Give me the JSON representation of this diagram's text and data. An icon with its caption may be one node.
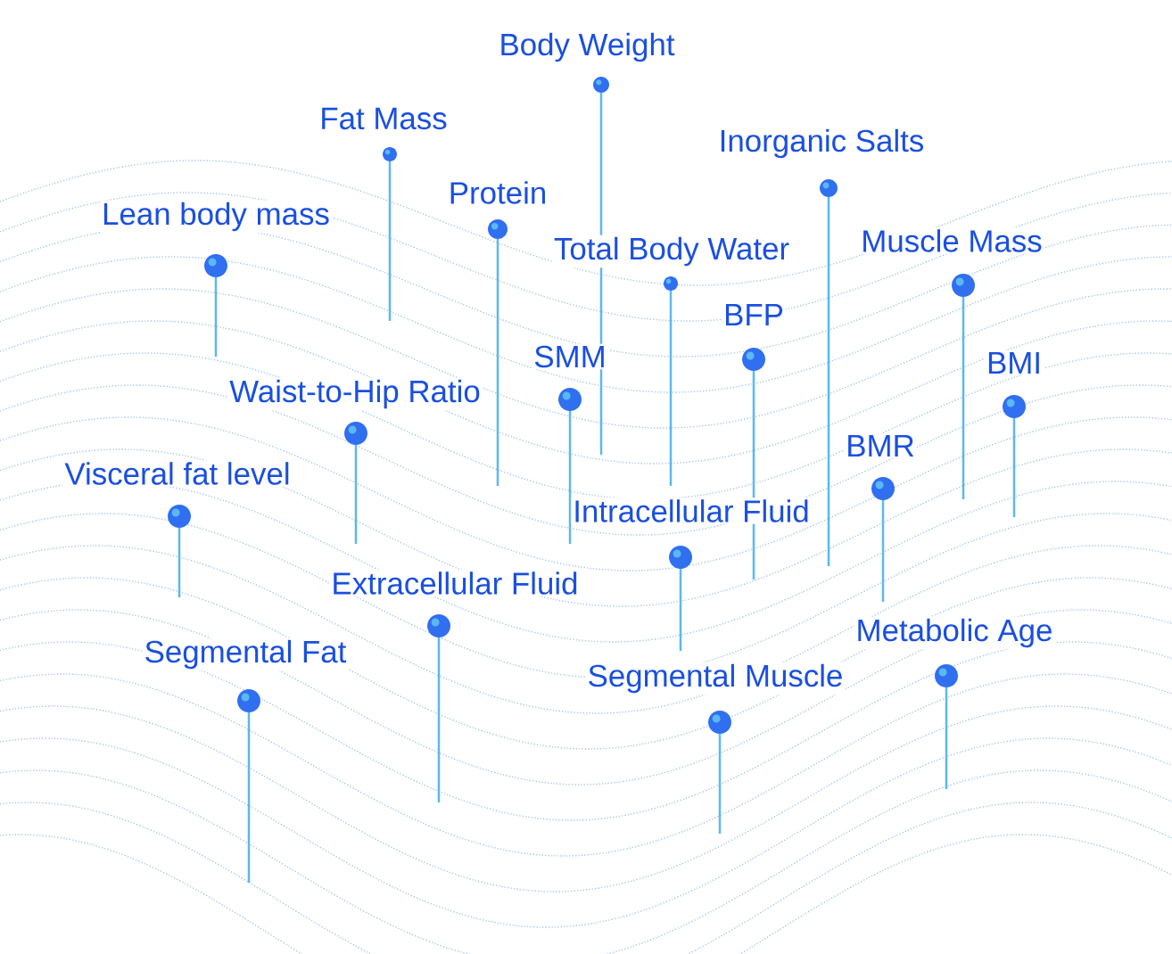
{
  "diagram": {
    "labels": [
      "Body Weight",
      "Fat Mass",
      "Inorganic Salts",
      "Protein",
      "Lean body mass",
      "Muscle Mass",
      "Total Body Water",
      "BFP",
      "SMM",
      "BMI",
      "Waist-to-Hip Ratio",
      "BMR",
      "Visceral fat level",
      "Intracellular Fluid",
      "Extracellular Fluid",
      "Metabolic Age",
      "Segmental Fat",
      "Segmental Muscle"
    ]
  }
}
